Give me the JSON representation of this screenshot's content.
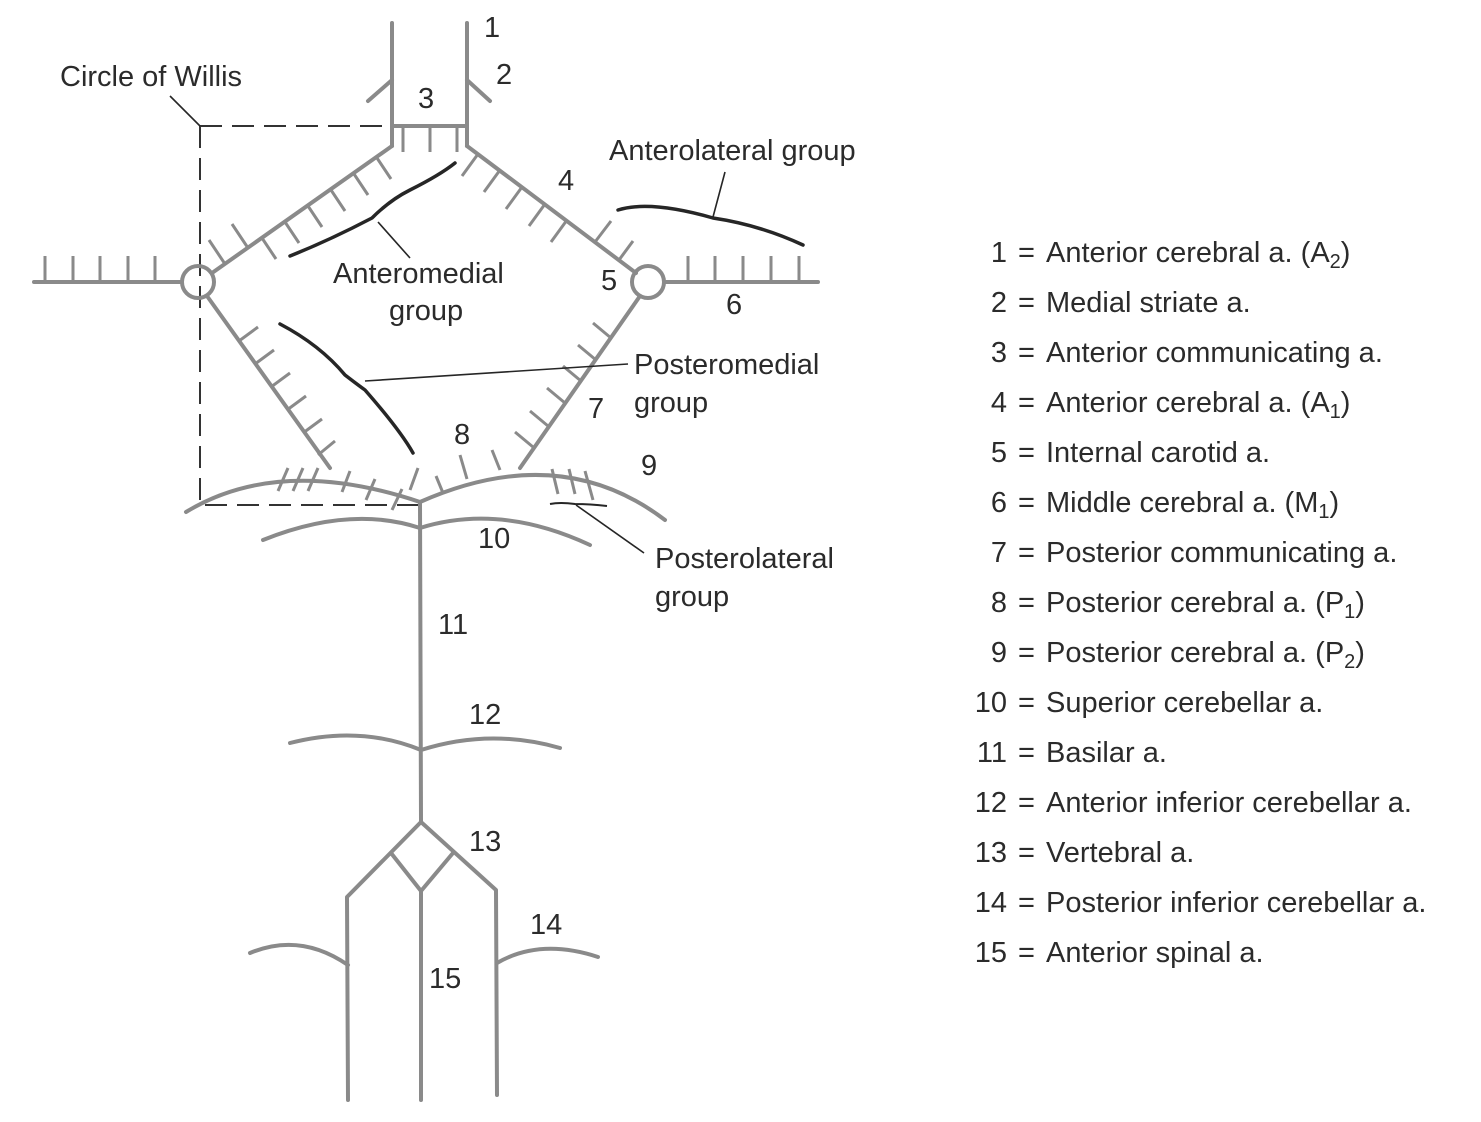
{
  "figure": {
    "labels": {
      "circle_of_willis": "Circle of Willis",
      "anterolateral_group": "Anterolateral group",
      "anteromedial_line1": "Anteromedial",
      "anteromedial_line2": "group",
      "posteromedial_line1": "Posteromedial",
      "posteromedial_line2": "group",
      "posterolateral_line1": "Posterolateral",
      "posterolateral_line2": "group"
    },
    "numbers": [
      "1",
      "2",
      "3",
      "4",
      "5",
      "6",
      "7",
      "8",
      "9",
      "10",
      "11",
      "12",
      "13",
      "14",
      "15"
    ]
  },
  "legend": [
    {
      "num": "1",
      "name": "Anterior cerebral a. (A",
      "sub": "2",
      "tail": ")"
    },
    {
      "num": "2",
      "name": "Medial striate a.",
      "sub": "",
      "tail": ""
    },
    {
      "num": "3",
      "name": "Anterior communicating a.",
      "sub": "",
      "tail": ""
    },
    {
      "num": "4",
      "name": "Anterior cerebral a. (A",
      "sub": "1",
      "tail": ")"
    },
    {
      "num": "5",
      "name": "Internal carotid a.",
      "sub": "",
      "tail": ""
    },
    {
      "num": "6",
      "name": "Middle cerebral a. (M",
      "sub": "1",
      "tail": ")"
    },
    {
      "num": "7",
      "name": "Posterior communicating a.",
      "sub": "",
      "tail": ""
    },
    {
      "num": "8",
      "name": "Posterior cerebral a. (P",
      "sub": "1",
      "tail": ")"
    },
    {
      "num": "9",
      "name": "Posterior cerebral a. (P",
      "sub": "2",
      "tail": ")"
    },
    {
      "num": "10",
      "name": "Superior cerebellar a.",
      "sub": "",
      "tail": ""
    },
    {
      "num": "11",
      "name": "Basilar a.",
      "sub": "",
      "tail": ""
    },
    {
      "num": "12",
      "name": "Anterior inferior cerebellar a.",
      "sub": "",
      "tail": ""
    },
    {
      "num": "13",
      "name": "Vertebral a.",
      "sub": "",
      "tail": ""
    },
    {
      "num": "14",
      "name": "Posterior inferior cerebellar a.",
      "sub": "",
      "tail": ""
    },
    {
      "num": "15",
      "name": "Anterior spinal a.",
      "sub": "",
      "tail": ""
    }
  ],
  "legend_equals": "="
}
